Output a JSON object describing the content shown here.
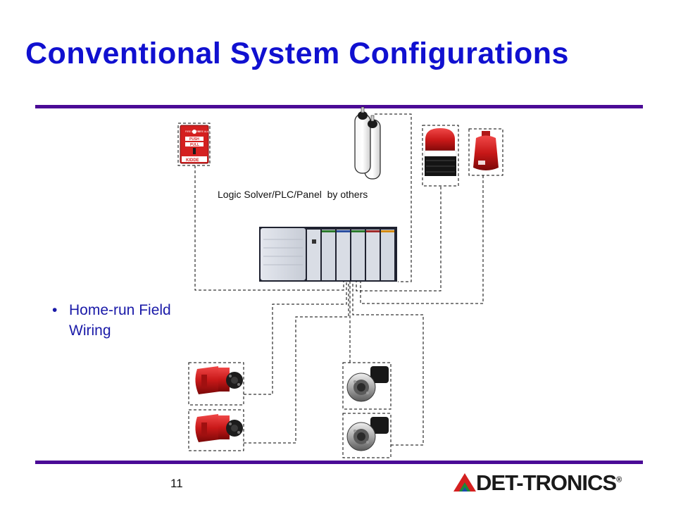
{
  "slide": {
    "title": "Conventional System Configurations",
    "page_number": "11"
  },
  "diagram": {
    "controller_label": "Logic Solver/PLC/Panel  by others",
    "bullet_marker": "•",
    "bullet_text": "Home-run Field Wiring"
  },
  "pull_station": {
    "header_left": "FIRE ALARM",
    "header_right": "FIRE ALARM",
    "push_text": "PUSH",
    "pull_text": "PULL",
    "brand_text": "KIDDE"
  },
  "logo": {
    "brand": "DET-TRONICS",
    "registered": "®"
  },
  "colors": {
    "title": "#1010d0",
    "rule": "#4b0a96",
    "bullet": "#1a1aa8",
    "device_red": "#d42020"
  }
}
